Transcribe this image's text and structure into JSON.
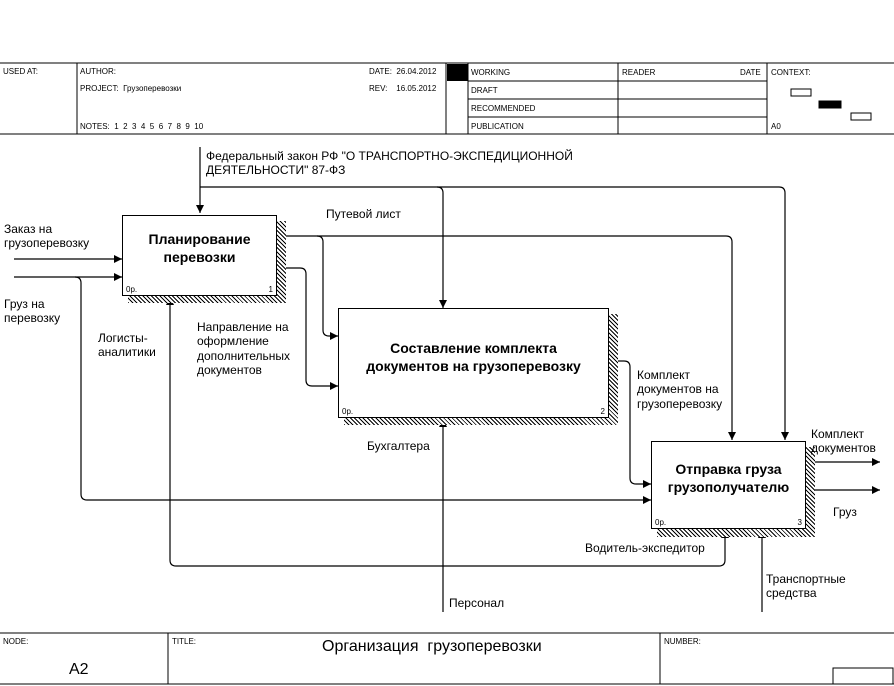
{
  "header": {
    "used_at": "USED AT:",
    "author": "AUTHOR:",
    "project": "PROJECT:  Грузоперевозки",
    "notes": "NOTES:  1  2  3  4  5  6  7  8  9  10",
    "date": "DATE:  26.04.2012",
    "rev": "REV:    16.05.2012",
    "working": "WORKING",
    "draft": "DRAFT",
    "recommended": "RECOMMENDED",
    "publication": "PUBLICATION",
    "reader": "READER",
    "reader_date": "DATE",
    "context": "CONTEXT:",
    "context_node": "A0"
  },
  "boxes": [
    {
      "title": "Планирование\nперевозки",
      "cost": "0р.",
      "num": "1"
    },
    {
      "title": "Составление комплекта\nдокументов на грузоперевозку",
      "cost": "0р.",
      "num": "2"
    },
    {
      "title": "Отправка груза\nгрузополучателю",
      "cost": "0р.",
      "num": "3"
    }
  ],
  "arrows": {
    "law": "Федеральный закон РФ \"О ТРАНСПОРТНО-ЭКСПЕДИЦИОННОЙ\nДЕЯТЕЛЬНОСТИ\" 87-ФЗ",
    "order": "Заказ на\nгрузоперевозку",
    "cargo_in": "Груз на\nперевозку",
    "waybill": "Путевой лист",
    "analysts": "Логисты-\nаналитики",
    "direction": "Направление на\nоформление\nдополнительных\nдокументов",
    "docset_mid": "Комплект\nдокументов на\nгрузоперевозку",
    "accountants": "Бухгалтера",
    "docset_out": "Комплект\nдокументов",
    "cargo_out": "Груз",
    "driver": "Водитель-экспедитор",
    "transport": "Транспортные\nсредства",
    "personnel": "Персонал"
  },
  "footer": {
    "node": "NODE:",
    "node_value": "A2",
    "title": "TITLE:",
    "title_value": "Организация  грузоперевозки",
    "number": "NUMBER:"
  }
}
